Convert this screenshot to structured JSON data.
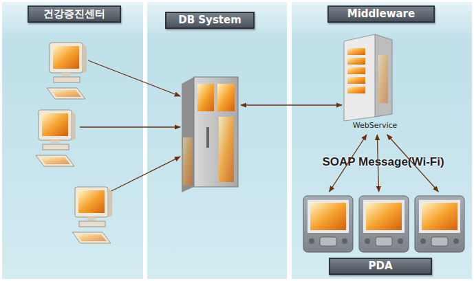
{
  "diagram": {
    "nodes": [
      {
        "text": [
          "건강증진센터"
        ]
      },
      {
        "text": [
          "DB System"
        ]
      },
      {
        "text": [
          "Middleware"
        ]
      },
      {
        "text": [
          "WebService"
        ],
        "in": 2
      },
      {
        "text": [
          "PDA"
        ],
        "in": 2
      }
    ],
    "edges": [
      {
        "from": 3,
        "to": 4,
        "arrow": "both"
      },
      {
        "from": 3,
        "to": 4,
        "arrow": "both"
      },
      {
        "from": 3,
        "to": 4,
        "arrow": "both"
      }
    ],
    "labels": [
      "SOAP Message(Wi-Fi)"
    ]
  }
}
